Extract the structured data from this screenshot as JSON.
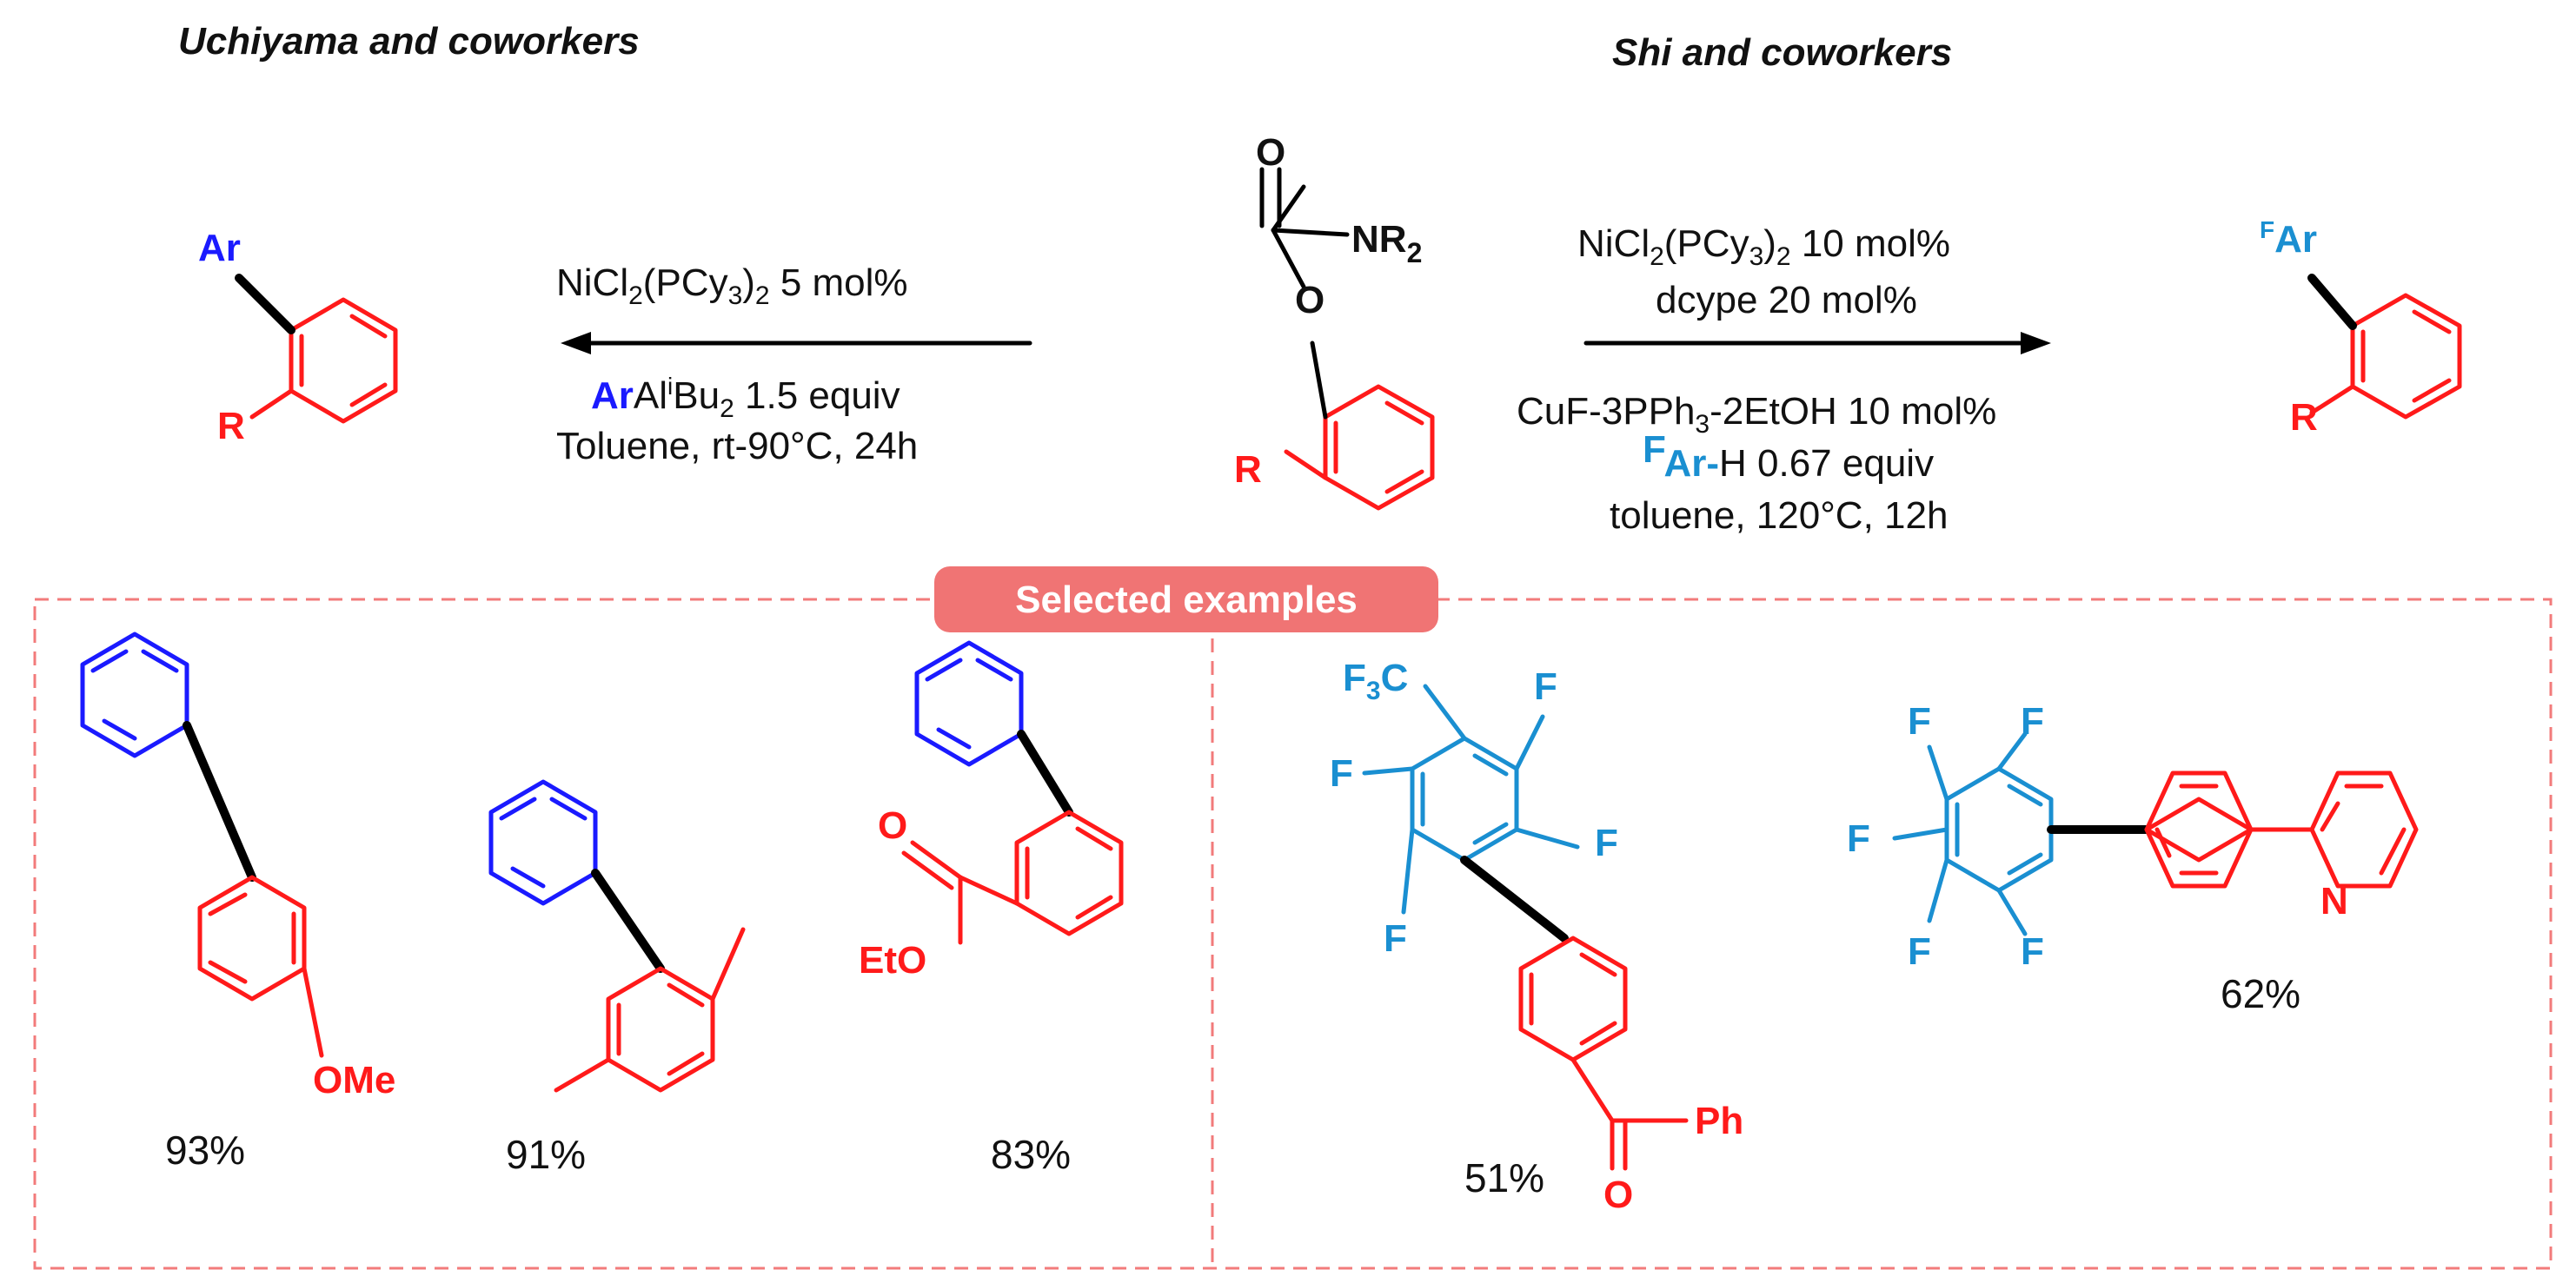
{
  "authors": {
    "left": "Uchiyama and coworkers",
    "right": "Shi and coworkers"
  },
  "substrate": {
    "o": "O",
    "nr2": "NR",
    "nr2_sub": "2",
    "ester_o": "O",
    "r": "R"
  },
  "left_product": {
    "ar": "Ar",
    "r": "R"
  },
  "right_product": {
    "fsup": "F",
    "ar": "Ar",
    "r": "R"
  },
  "left_conditions": {
    "cat_a": "NiCl",
    "cat_sub1": "2",
    "cat_b": "(PCy",
    "cat_sub2": "3",
    "cat_c": ")",
    "cat_sub3": "2",
    "cat_d": " 5 mol%",
    "reag_ar": "Ar",
    "reag_al": "Al",
    "reag_sup": "i",
    "reag_bu": "Bu",
    "reag_sub": "2",
    "reag_rest": " 1.5 equiv",
    "solvent": "Toluene,  rt-90°C, 24h"
  },
  "right_conditions": {
    "cat_a": "NiCl",
    "cat_sub1": "2",
    "cat_b": "(PCy",
    "cat_sub2": "3",
    "cat_c": ")",
    "cat_sub3": "2",
    "cat_d": " 10 mol%",
    "ligand": "dcype 20 mol%",
    "cu_a": "CuF-3PPh",
    "cu_sub": "3",
    "cu_b": "-2EtOH 10 mol%",
    "arh_sup": "F",
    "arh_ar": "Ar-",
    "arh_rest": "H 0.67 equiv",
    "solvent": "toluene, 120°C, 12h"
  },
  "selected_label": "Selected examples",
  "examples": [
    {
      "sub_label": "OMe",
      "yield": "93%"
    },
    {
      "yield": "91%"
    },
    {
      "sub_label": "EtO",
      "o_label": "O",
      "yield": "83%"
    },
    {
      "cf3_a": "F",
      "cf3_sub": "3",
      "cf3_b": "C",
      "f_labels": [
        "F",
        "F",
        "F",
        "F"
      ],
      "o_label": "O",
      "ph_label": "Ph",
      "yield": "51%"
    },
    {
      "f_labels": [
        "F",
        "F",
        "F",
        "F",
        "F"
      ],
      "n_label": "N",
      "yield": "62%"
    }
  ],
  "colors": {
    "red": "#ff1a1a",
    "blue": "#1a1aff",
    "cyan": "#1a8fd1",
    "box": "#f27b7b"
  }
}
